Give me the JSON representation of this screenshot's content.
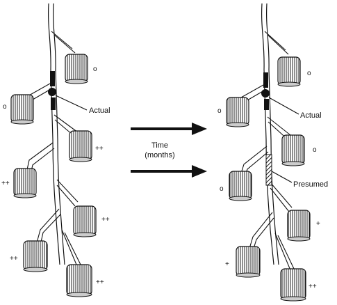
{
  "labels": {
    "actual": "Actual",
    "presumed": "Presumed",
    "time_line1": "Time",
    "time_line2": "(months)"
  },
  "left_tree": {
    "fibers": [
      {
        "id": "L1",
        "marker": "o"
      },
      {
        "id": "L2",
        "marker": "o"
      },
      {
        "id": "L3",
        "marker": "++"
      },
      {
        "id": "L4",
        "marker": "++"
      },
      {
        "id": "L5",
        "marker": "++"
      },
      {
        "id": "L6",
        "marker": "++"
      },
      {
        "id": "L7",
        "marker": "++"
      }
    ]
  },
  "right_tree": {
    "fibers": [
      {
        "id": "R1",
        "marker": "o"
      },
      {
        "id": "R2",
        "marker": "o"
      },
      {
        "id": "R3",
        "marker": "o"
      },
      {
        "id": "R4",
        "marker": "o"
      },
      {
        "id": "R5",
        "marker": "+"
      },
      {
        "id": "R6",
        "marker": "+"
      },
      {
        "id": "R7",
        "marker": "++"
      }
    ]
  },
  "colors": {
    "ink": "#111111",
    "axon_fill": "#ffffff",
    "block": "#111111"
  }
}
